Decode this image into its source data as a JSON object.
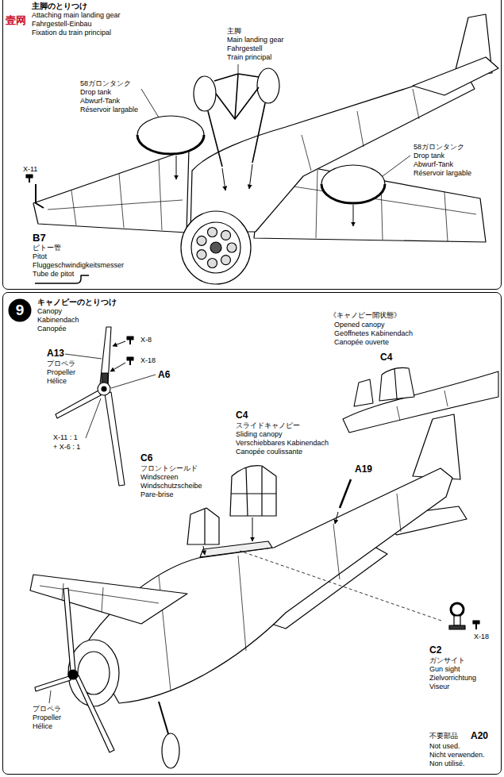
{
  "diagram": {
    "nodes": [
      {
        "text": [
          "主脚のとりつけ",
          "Attaching main landing gear",
          "Fahrgestell-Einbau",
          "Fixation du train principal"
        ]
      },
      {
        "text": [
          "キャノピーのとりつけ",
          "Canopy",
          "Kabinendach",
          "Canopée"
        ]
      },
      {
        "text": [
          "9"
        ],
        "in": 1
      }
    ],
    "labels": [
      "壹网",
      "X-11",
      "B7",
      "ピトー管",
      "Pitot",
      "Fluggeschwindigkeitsmesser",
      "Tube de pitot",
      "58ガロンタンク",
      "Drop tank",
      "Abwurf-Tank",
      "Réservoir largable",
      "主脚",
      "Main landing gear",
      "Fahrgestell",
      "Train principal",
      "58ガロンタンク",
      "Drop tank",
      "Abwurf-Tank",
      "Réservoir largable",
      "X-8",
      "A13",
      "プロペラ",
      "Propeller",
      "Hélice",
      "X-18",
      "A6",
      "X-11 : 1",
      "+ X-6 : 1",
      "《キャノピー開状態》",
      "Opened canopy",
      "Geöffnetes Kabinendach",
      "Canopée ouverte",
      "C4",
      "C4",
      "スライドキャノピー",
      "Sliding canopy",
      "Verschiebbares Kabinendach",
      "Canopée coulissante",
      "C6",
      "フロントシールド",
      "Windscreen",
      "Windschutzscheibe",
      "Pare-brise",
      "A19",
      "C2",
      "ガンサイト",
      "Gun sight",
      "Zielvorrichtung",
      "Viseur",
      "X-18",
      "プロペラ",
      "Propeller",
      "Hélice",
      "不要部品",
      "A20",
      "Not used.",
      "Nicht verwenden.",
      "Non utilisé."
    ]
  }
}
